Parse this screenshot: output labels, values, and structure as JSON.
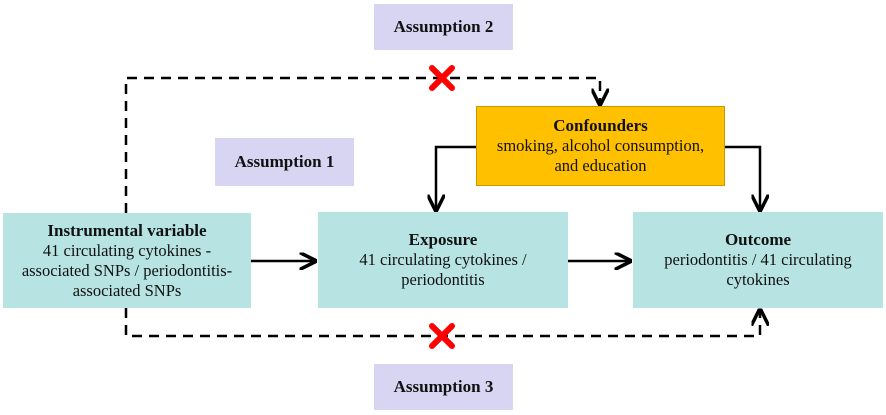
{
  "assumptions": {
    "a1": "Assumption 1",
    "a2": "Assumption 2",
    "a3": "Assumption 3"
  },
  "nodes": {
    "instrumental": {
      "title": "Instrumental variable",
      "lines": [
        "41 circulating cytokines -",
        "associated SNPs / periodontitis-",
        "associated SNPs"
      ]
    },
    "exposure": {
      "title": "Exposure",
      "lines": [
        "41 circulating cytokines /",
        "periodontitis"
      ]
    },
    "outcome": {
      "title": "Outcome",
      "lines": [
        "periodontitis / 41 circulating",
        "cytokines"
      ]
    },
    "confounders": {
      "title": "Confounders",
      "lines": [
        "smoking, alcohol consumption,",
        "and education"
      ]
    }
  },
  "colors": {
    "box_fill": "#b7e3e3",
    "assumption_fill": "#d7d5f2",
    "confounder_fill": "#ffc000",
    "blocked_mark": "#ff0000"
  }
}
